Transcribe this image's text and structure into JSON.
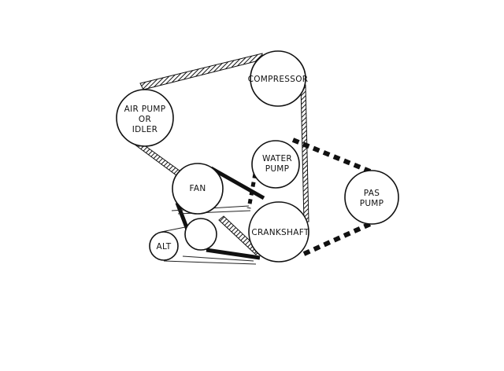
{
  "pulleys": {
    "compressor": {
      "label": "COMPRESSOR"
    },
    "air_pump": {
      "line1": "AIR PUMP",
      "line2": "OR",
      "line3": "IDLER"
    },
    "water_pump": {
      "line1": "WATER",
      "line2": "PUMP"
    },
    "fan": {
      "label": "FAN"
    },
    "pas_pump": {
      "line1": "PAS",
      "line2": "PUMP"
    },
    "crankshaft": {
      "label": "CRANKSHAFT"
    },
    "alt": {
      "label": "ALT"
    },
    "idler": {
      "label": ""
    }
  },
  "belts": {
    "hatched": "hatched-belt",
    "dashed": "dashed-belt",
    "solid": "solid-belt"
  },
  "colors": {
    "ink": "#111111",
    "paper": "#ffffff"
  }
}
